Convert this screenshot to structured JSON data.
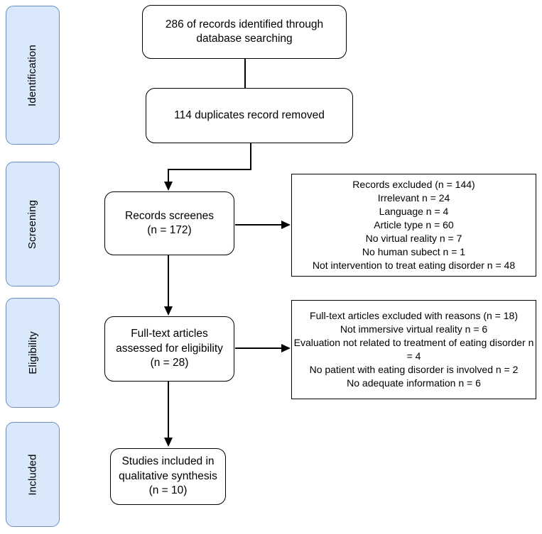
{
  "figure": {
    "kind": "prisma-flow-diagram",
    "colors": {
      "stage_fill": "#dae8fc",
      "stage_border": "#6c8ebf",
      "node_fill": "#ffffff",
      "node_border": "#000000",
      "arrow": "#000000"
    },
    "stages": [
      {
        "label": "Identification"
      },
      {
        "label": "Screening"
      },
      {
        "label": "Eligibility"
      },
      {
        "label": "Included"
      }
    ],
    "nodes": {
      "identified": {
        "text": "286 of records identified through\ndatabase searching"
      },
      "duplicates": {
        "text": "114 duplicates record removed"
      },
      "screened": {
        "text": "Records screenes\n(n = 172)"
      },
      "records_excluded": {
        "text": "Records excluded (n = 144)\nIrrelevant n = 24\nLanguage n = 4\nArticle type n = 60\nNo virtual reality n = 7\nNo human subect n = 1\nNot intervention to treat eating disorder n = 48"
      },
      "fulltext_assessed": {
        "text": "Full-text articles\nassessed for eligibility\n(n = 28)"
      },
      "fulltext_excluded": {
        "text": "Full-text articles excluded with reasons (n = 18)\nNot immersive virtual reality n = 6\nEvaluation not related to treatment of eating disorder n = 4\nNo patient with eating disorder is involved n = 2\nNo adequate information n = 6"
      },
      "included_studies": {
        "text": "Studies included in\nqualitative synthesis\n(n = 10)"
      }
    }
  }
}
